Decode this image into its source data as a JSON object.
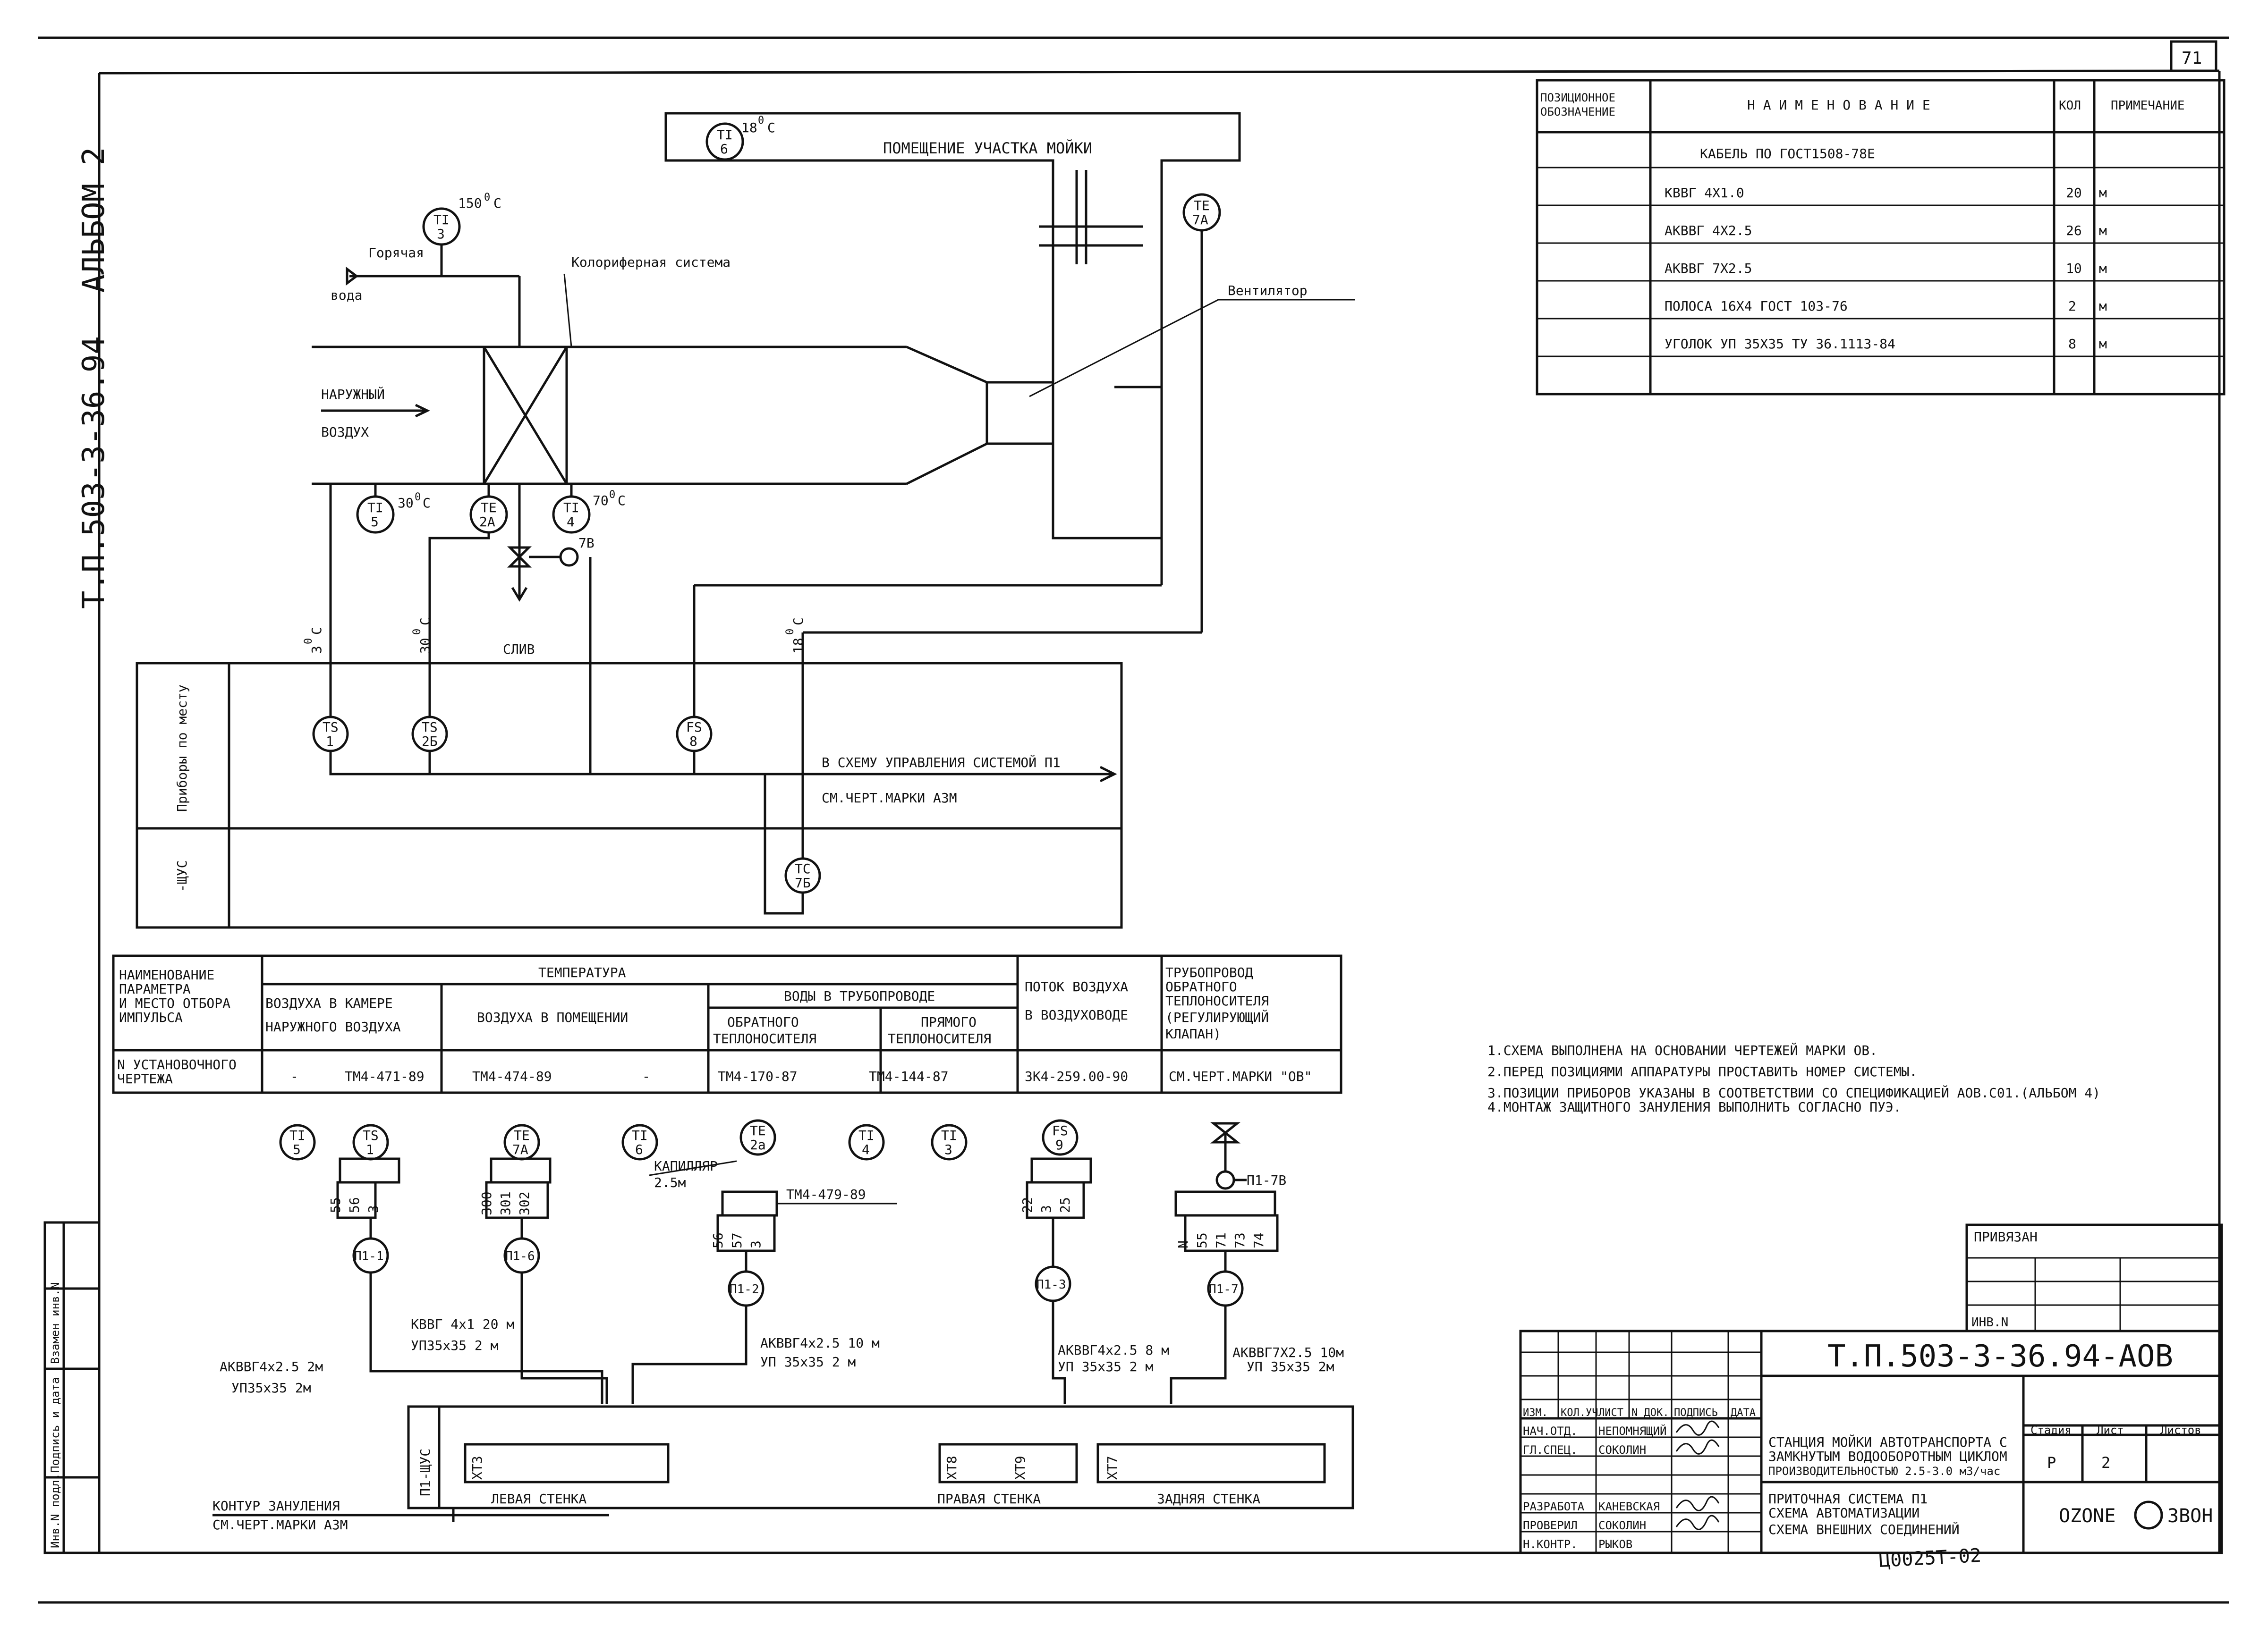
{
  "sheet": {
    "number": "71",
    "album_side": "АЛЬБОМ 2",
    "designation_side": "Т.П.503-3-36.94"
  },
  "spec_table": {
    "headers": [
      "ПОЗИЦИОННОЕ",
      "ОБОЗНАЧЕНИЕ",
      "Н А И М Е Н О В А Н И Е",
      "КОЛ",
      "ПРИМЕЧАНИЕ"
    ],
    "section": "КАБЕЛЬ ПО   ГОСТ1508-78Е",
    "rows": [
      {
        "name": "КВВГ 4Х1.0",
        "qty": "20",
        "unit": "м"
      },
      {
        "name": "АКВВГ 4Х2.5",
        "qty": "26",
        "unit": "м"
      },
      {
        "name": "АКВВГ 7Х2.5",
        "qty": "10",
        "unit": "м"
      },
      {
        "name": "ПОЛОСА 16Х4 ГОСТ 103-76",
        "qty": "2",
        "unit": "м"
      },
      {
        "name": "УГОЛОК  УП 35Х35  ТУ 36.1113-84",
        "qty": "8",
        "unit": "м"
      }
    ]
  },
  "process": {
    "room": "ПОМЕЩЕНИЕ УЧАСТКА МОЙКИ",
    "hot_water_1": "Горячая",
    "hot_water_2": "вода",
    "heater": "Колориферная система",
    "fan": "Вентилятор",
    "outside_air_1": "НАРУЖНЫЙ",
    "outside_air_2": "ВОЗДУХ",
    "drain": "СЛИВ",
    "t_150": "150",
    "t_18": "18",
    "t_30": "30",
    "t_70": "70",
    "t_3": "3",
    "t_30b": "30",
    "t_18b": "18",
    "deg": "0",
    "c": "С",
    "valve_tag": "7В"
  },
  "instruments": {
    "ti6": [
      "TI",
      "6"
    ],
    "ti3": [
      "TI",
      "3"
    ],
    "te7a": [
      "TE",
      "7А"
    ],
    "ti5": [
      "TI",
      "5"
    ],
    "te2a": [
      "TE",
      "2А"
    ],
    "ti4": [
      "TI",
      "4"
    ],
    "ts1": [
      "TS",
      "1"
    ],
    "ts2b": [
      "TS",
      "2Б"
    ],
    "fs8": [
      "FS",
      "8"
    ],
    "tc7b": [
      "TC",
      "7Б"
    ]
  },
  "field_panel": {
    "row1": "Приборы по месту",
    "row2": "-ЩУС",
    "ref_1": "В СХЕМУ УПРАВЛЕНИЯ СИСТЕМОЙ П1",
    "ref_2": "СМ.ЧЕРТ.МАРКИ АЗМ"
  },
  "param_table": {
    "h_param_1": "НАИМЕНОВАНИЕ",
    "h_param_2": "ПАРАМЕТРА",
    "h_param_3": "И МЕСТО ОТБОРА",
    "h_param_4": "ИМПУЛЬСА",
    "h_temp": "ТЕМПЕРАТУРА",
    "h_outdoor_1": "ВОЗДУХА В КАМЕРЕ",
    "h_outdoor_2": "НАРУЖНОГО ВОЗДУХА",
    "h_room": "ВОЗДУХА В ПОМЕЩЕНИИ",
    "h_water": "ВОДЫ В ТРУБОПРОВОДЕ",
    "h_return_1": "ОБРАТНОГО",
    "h_return_2": "ТЕПЛОНОСИТЕЛЯ",
    "h_supply_1": "ПРЯМОГО",
    "h_supply_2": "ТЕПЛОНОСИТЕЛЯ",
    "h_flow_1": "ПОТОК ВОЗДУХА",
    "h_flow_2": "В ВОЗДУХОВОДЕ",
    "h_pipe_1": "ТРУБОПРОВОД",
    "h_pipe_2": "ОБРАТНОГО",
    "h_pipe_3": "ТЕПЛОНОСИТЕЛЯ",
    "h_pipe_4": "(РЕГУЛИРУЮЩИЙ",
    "h_pipe_5": "КЛАПАН)",
    "r_label_1": "N УСТАНОВОЧНОГО",
    "r_label_2": "ЧЕРТЕЖА",
    "r_values": [
      "-",
      "ТМ4-471-89",
      "ТМ4-474-89",
      "-",
      "ТМ4-170-87",
      "ТМ4-144-87",
      "ЗК4-259.00-90",
      "СМ.ЧЕРТ.МАРКИ \"ОВ\""
    ]
  },
  "notes": [
    "1.СХЕМА ВЫПОЛНЕНА НА ОСНОВАНИИ ЧЕРТЕЖЕЙ МАРКИ ОВ.",
    "2.ПЕРЕД ПОЗИЦИЯМИ АППАРАТУРЫ ПРОСТАВИТЬ НОМЕР СИСТЕМЫ.",
    "3.ПОЗИЦИИ ПРИБОРОВ УКАЗАНЫ В СООТВЕТСТВИИ СО СПЕЦИФИКАЦИЕЙ АОВ.С01.(АЛЬБОМ 4)",
    "4.МОНТАЖ ЗАЩИТНОГО ЗАНУЛЕНИЯ ВЫПОЛНИТЬ СОГЛАСНО ПУЭ."
  ],
  "connection": {
    "ti5": [
      "TI",
      "5"
    ],
    "ts1": [
      "TS",
      "1"
    ],
    "te7a": [
      "TE",
      "7А"
    ],
    "ti6": [
      "TI",
      "6"
    ],
    "te2a": [
      "TE",
      "2а"
    ],
    "ti4": [
      "TI",
      "4"
    ],
    "ti3": [
      "TI",
      "3"
    ],
    "fs9": [
      "FS",
      "9"
    ],
    "kapillar_1": "КАПИЛЛЯР",
    "kapillar_2": "2.5м",
    "tm479": "ТМ4-479-89",
    "p1_7b": "П1-7В",
    "p1_1": "П1-1",
    "p1_6": "П1-6",
    "p1_2": "П1-2",
    "p1_3": "П1-3",
    "p1_7": "П1-7",
    "cable_kvvg_1": "КВВГ  4х1 20 м",
    "cable_kvvg_2": "УП35х35  2 м",
    "cable_left_1": "АКВВГ4х2.5  2м",
    "cable_left_2": "УП35х35   2м",
    "cable_p12_1": "АКВВГ4х2.5  10 м",
    "cable_p12_2": "УП 35х35    2  м",
    "cable_p13_1": "АКВВГ4х2.5 8 м",
    "cable_p13_2": "УП 35х35   2 м",
    "cable_p17_1": "АКВВГ7Х2.5  10м",
    "cable_p17_2": "УП 35х35   2м",
    "panel_name": "П1-ЩУС",
    "left_wall": "ЛЕВАЯ СТЕНКА",
    "right_wall": "ПРАВАЯ СТЕНКА",
    "back_wall": "ЗАДНЯЯ СТЕНКА",
    "ground_1": "КОНТУР ЗАНУЛЕНИЯ",
    "ground_2": "СМ.ЧЕРТ.МАРКИ АЗМ",
    "xt3": "XT3",
    "xt8": "XT8",
    "xt9": "XT9",
    "xt7": "XT7",
    "wire_55": "55",
    "wire_56": "56",
    "wire_57": "57",
    "wire_3": "3",
    "wire_22": "22",
    "wire_25": "25",
    "wire_300": "300",
    "wire_301": "301",
    "wire_302": "302",
    "wire_71": "71",
    "wire_73": "73",
    "wire_74": "74",
    "wire_N": "N"
  },
  "stamp": {
    "privyazan": "ПРИВЯЗАН",
    "inv": "ИНВ.N",
    "code": "Т.П.503-3-36.94-АОВ",
    "col_heads": [
      "ИЗМ.",
      "КОЛ.УЧ",
      "ЛИСТ",
      "N ДОК.",
      "ПОДПИСЬ",
      "ДАТА"
    ],
    "roles": [
      "НАЧ.ОТД.",
      "ГЛ.СПЕЦ.",
      "",
      "РАЗРАБОТА",
      "ПРОВЕРИЛ",
      "Н.КОНТР."
    ],
    "names": [
      "НЕПОМНЯЩИЙ",
      "СОКОЛИН",
      "",
      "КАНЕВСКАЯ",
      "СОКОЛИН",
      "РЫКОВ"
    ],
    "title_1": "СТАНЦИЯ МОЙКИ АВТОТРАНСПОРТА С",
    "title_2": "ЗАМКНУТЫМ ВОДООБОРОТНЫМ ЦИКЛОМ",
    "title_3": "ПРОИЗВОДИТЕЛЬНОСТЬЮ 2.5-3.0 м3/час",
    "sub_1": "ПРИТОЧНАЯ СИСТЕМА П1",
    "sub_2": "СХЕМА АВТОМАТИЗАЦИИ",
    "sub_3": "СХЕМА ВНЕШНИХ СОЕДИНЕНИЙ",
    "stage_h": "Стадия",
    "sheet_h": "Лист",
    "sheets_h": "Листов",
    "stage": "Р",
    "sheet": "2",
    "brand": "OZONE",
    "brand2": "ЗВОН",
    "handwritten": "Ц0025Т-02"
  },
  "left_strip": [
    "Инв.N подл.",
    "Подпись и дата",
    "Взамен инв.N"
  ]
}
